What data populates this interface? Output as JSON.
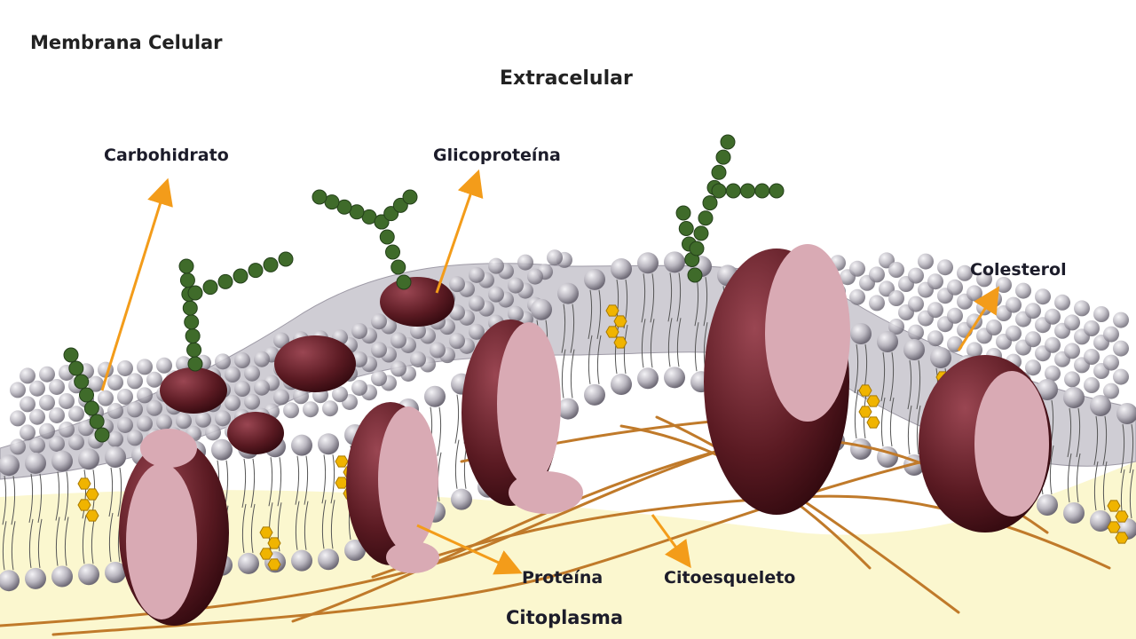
{
  "labels": {
    "title": "Membrana Celular",
    "extracellular": "Extracelular",
    "carbohydrate": "Carbohidrato",
    "glycoprotein": "Glicoproteína",
    "cholesterol": "Colesterol",
    "protein": "Proteína",
    "cytoskeleton": "Citoesqueleto",
    "cytoplasm": "Citoplasma"
  },
  "colors": {
    "head": "#b9b6bf",
    "head_dark": "#6e6a76",
    "protein": "#5a1a22",
    "protein_cut": "#d9aab4",
    "sugar": "#3f6b2a",
    "cholesterol": "#f0b400",
    "arrow": "#f39c1a",
    "fiber": "#c07a2a",
    "cytoplasm": "#fbf7cf"
  }
}
